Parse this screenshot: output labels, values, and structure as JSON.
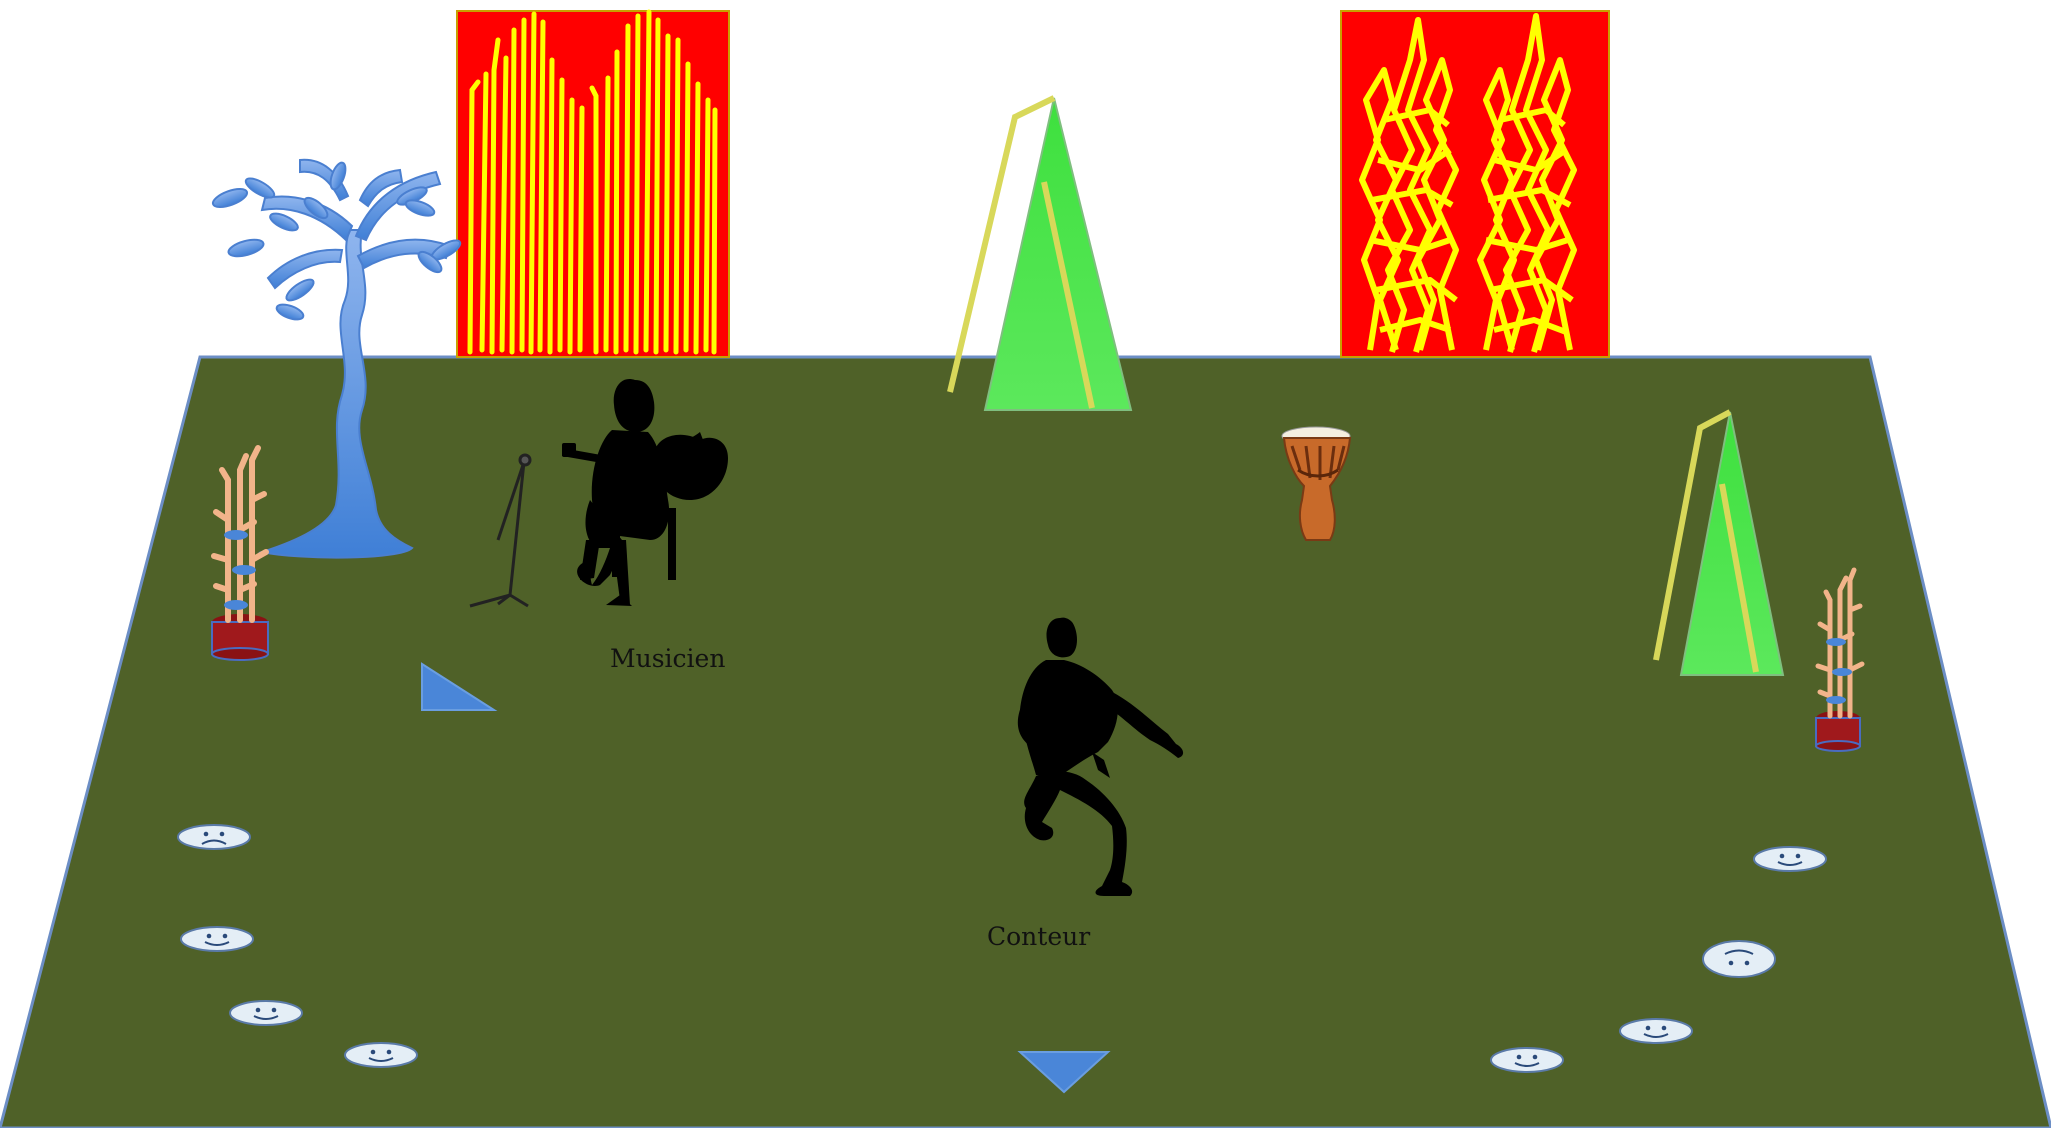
{
  "labels": {
    "musician": "Musicien",
    "storyteller": "Conteur"
  },
  "colors": {
    "floor": "#4f6128",
    "floor_edge": "#6c8ec5",
    "curtain_bg": "#ff0000",
    "curtain_strand": "#ffff00",
    "tent_fill": "#4ce24c",
    "tent_pole": "#d8d85a",
    "tree": "#5b8fd8",
    "plant_pot": "#a0191c",
    "plant_stem": "#f2b48a",
    "silhouette": "#000000",
    "marker": "#4a86d8",
    "seat": "#e4eef6",
    "drum": "#c86a2a"
  },
  "icons": [
    "curtain-icon",
    "tent-icon",
    "tree-icon",
    "plant-icon",
    "microphone-icon",
    "guitarist-silhouette",
    "dancer-silhouette",
    "djembe-drum-icon",
    "triangle-marker-icon",
    "smiley-seat-icon",
    "frowny-seat-icon"
  ]
}
